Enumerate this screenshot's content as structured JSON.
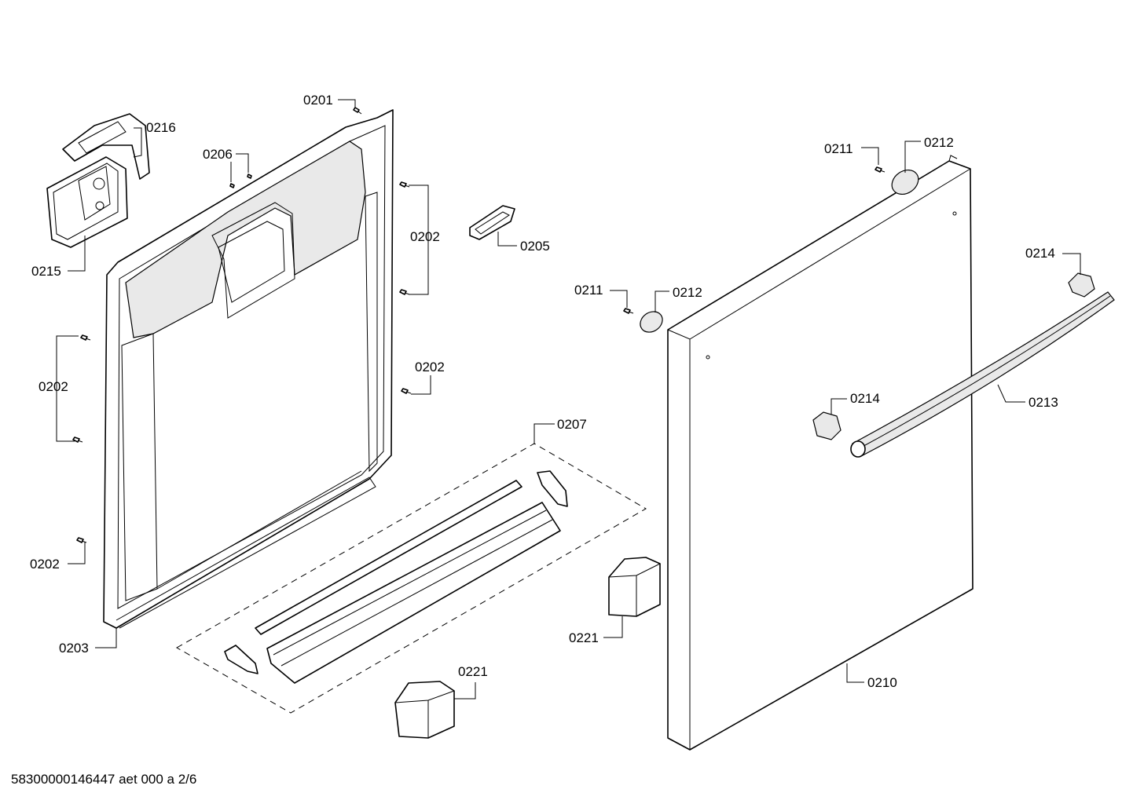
{
  "callouts": {
    "p0201": "0201",
    "p0216": "0216",
    "p0206": "0206",
    "p0202_right_top": "0202",
    "p0205": "0205",
    "p0215": "0215",
    "p0202_left_mid": "0202",
    "p0202_right_mid": "0202",
    "p0202_left_bottom": "0202",
    "p0203": "0203",
    "p0207": "0207",
    "p0221_left": "0221",
    "p0211_top": "0211",
    "p0212_top": "0212",
    "p0211_mid": "0211",
    "p0212_mid": "0212",
    "p0214_right": "0214",
    "p0214_mid": "0214",
    "p0213": "0213",
    "p0221_right": "0221",
    "p0210": "0210"
  },
  "footer": {
    "drawing_id": "58300000146447 aet 000 a 2/6"
  }
}
